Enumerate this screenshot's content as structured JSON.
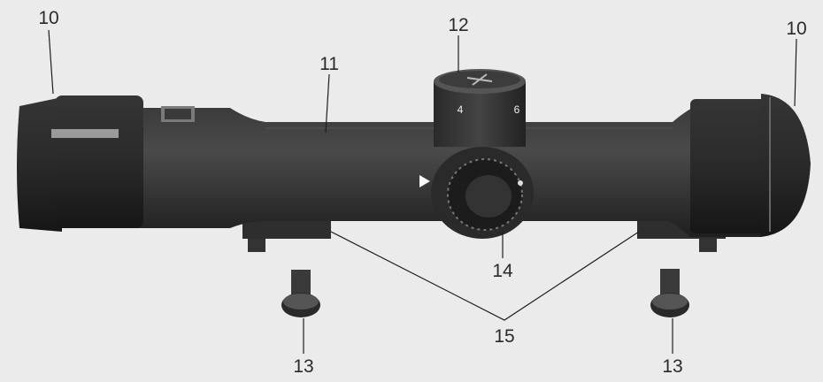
{
  "callouts": {
    "eyepiece_cover_left": "10",
    "eyepiece_cover_right": "10",
    "tube": "11",
    "elevation_turret": "12",
    "mount_screw_left": "13",
    "mount_screw_right": "13",
    "reticle_dial": "14",
    "mount_feet": "15"
  },
  "turret_markings": {
    "left_mark": "4",
    "right_mark": "6"
  },
  "colors": {
    "background": "#ebebeb",
    "body": "#2b2b2b",
    "body_light": "#3d3d3d",
    "leader_line": "#1e1e1e"
  }
}
